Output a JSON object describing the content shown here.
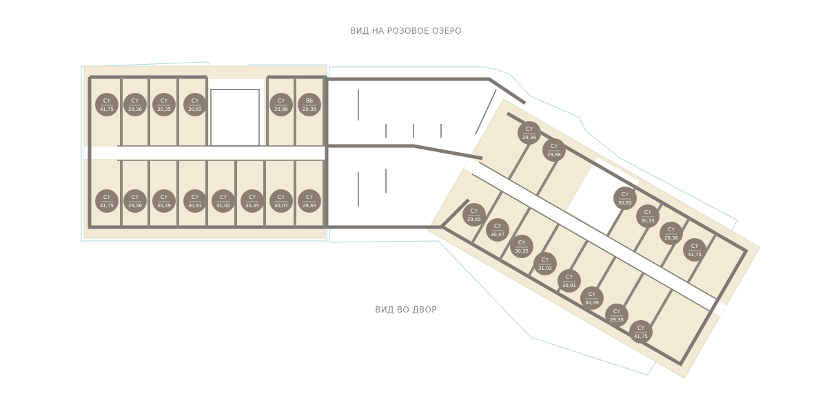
{
  "view_top": "ВИД  НА РОЗОВОЕ ОЗЕРО",
  "view_bottom": "ВИД ВО ДВОР",
  "colors": {
    "apartment_fill": "#f3ead6",
    "wall": "#8d8580",
    "badge": "#8a7e73",
    "balcony_outline": "#a9d7de"
  },
  "apartments_left_top": [
    {
      "type": "Ст",
      "area": "41,75"
    },
    {
      "type": "Ст",
      "area": "29,36"
    },
    {
      "type": "Ст",
      "area": "30,35"
    },
    {
      "type": "Ст",
      "area": "30,82"
    },
    {
      "type": "Ст",
      "area": "29,88"
    },
    {
      "type": "86",
      "area": "29,39"
    }
  ],
  "apartments_left_bottom": [
    {
      "type": "Ст",
      "area": "41,75"
    },
    {
      "type": "Ст",
      "area": "29,36"
    },
    {
      "type": "Ст",
      "area": "30,39"
    },
    {
      "type": "Ст",
      "area": "30,91"
    },
    {
      "type": "Ст",
      "area": "31,02"
    },
    {
      "type": "Ст",
      "area": "30,35"
    },
    {
      "type": "Ст",
      "area": "30,07"
    },
    {
      "type": "Ст",
      "area": "29,65"
    }
  ],
  "apartments_right_top": [
    {
      "type": "Ст",
      "area": "29,39"
    },
    {
      "type": "Ст",
      "area": "29,88"
    },
    {
      "type": "Ст",
      "area": "30,82"
    },
    {
      "type": "Ст",
      "area": "30,35"
    },
    {
      "type": "Ст",
      "area": "29,36"
    },
    {
      "type": "Ст",
      "area": "41,75"
    }
  ],
  "apartments_right_bottom": [
    {
      "type": "Ст",
      "area": "29,65"
    },
    {
      "type": "Ст",
      "area": "30,07"
    },
    {
      "type": "Ст",
      "area": "30,35"
    },
    {
      "type": "Ст",
      "area": "31,02"
    },
    {
      "type": "Ст",
      "area": "30,91"
    },
    {
      "type": "Ст",
      "area": "30,39"
    },
    {
      "type": "Ст",
      "area": "29,36"
    },
    {
      "type": "Ст",
      "area": "41,75"
    }
  ]
}
